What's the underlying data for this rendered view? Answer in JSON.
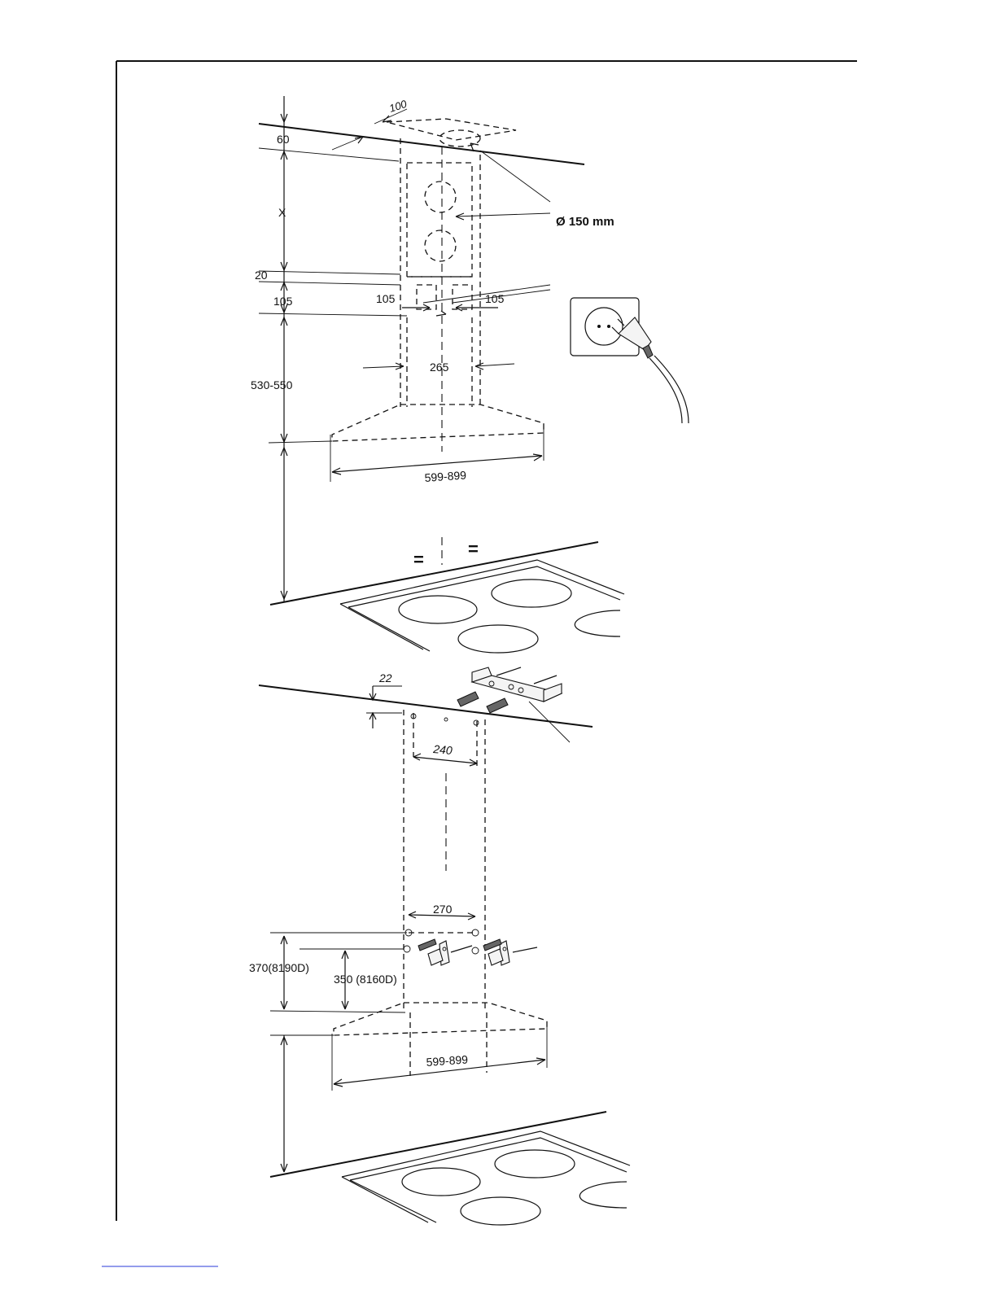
{
  "top_diagram": {
    "labels": {
      "depth_100": "100",
      "offset_60": "60",
      "height_x": "X",
      "duct_diameter": "Ø 150 mm",
      "gap_20": "20",
      "height_105": "105",
      "width_105_left": "105",
      "width_105_right": "105",
      "width_265": "265",
      "height_530_550": "530-550",
      "hood_width": "599-899",
      "equal_left": "=",
      "equal_right": "="
    }
  },
  "bottom_diagram": {
    "labels": {
      "ceiling_offset_22": "22",
      "bracket_spacing_240": "240",
      "bracket_spacing_270": "270",
      "height_370": "370(8190D)",
      "height_350": "350 (8160D)",
      "hood_width": "599-899"
    }
  }
}
